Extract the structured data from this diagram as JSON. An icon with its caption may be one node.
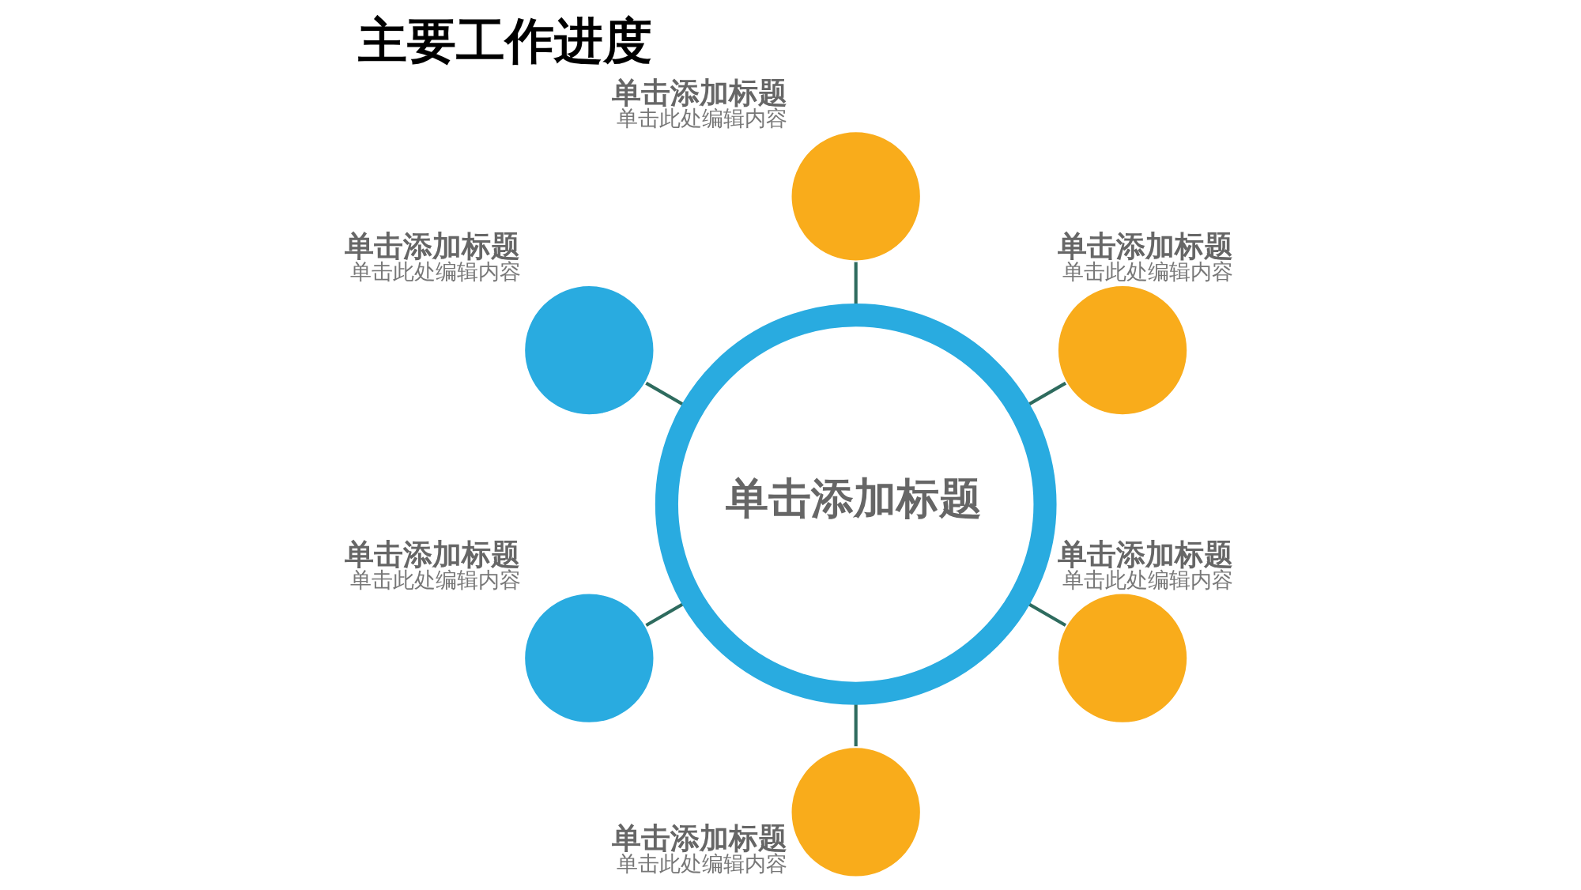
{
  "diagram": {
    "title": "主要工作进度",
    "nodes": [
      {
        "text": [
          "单击添加标题"
        ]
      },
      {
        "text": [],
        "shape": "circle",
        "beside": [
          "单击添加标题",
          "单击此处编辑内容"
        ]
      },
      {
        "text": [],
        "shape": "circle",
        "beside": [
          "单击添加标题",
          "单击此处编辑内容"
        ]
      },
      {
        "text": [],
        "shape": "circle",
        "beside": [
          "单击添加标题",
          "单击此处编辑内容"
        ]
      },
      {
        "text": [],
        "shape": "circle",
        "beside": [
          "单击添加标题",
          "单击此处编辑内容"
        ]
      },
      {
        "text": [],
        "shape": "circle",
        "beside": [
          "单击添加标题",
          "单击此处编辑内容"
        ]
      },
      {
        "text": [],
        "shape": "circle",
        "beside": [
          "单击添加标题",
          "单击此处编辑内容"
        ]
      }
    ],
    "edges": [
      {
        "from": 0,
        "to": 1,
        "arrow": "none"
      },
      {
        "from": 0,
        "to": 2,
        "arrow": "none"
      },
      {
        "from": 0,
        "to": 4,
        "arrow": "none"
      },
      {
        "from": 0,
        "to": 6,
        "arrow": "none"
      },
      {
        "from": 0,
        "to": 5,
        "arrow": "none"
      },
      {
        "from": 0,
        "to": 3,
        "arrow": "none"
      }
    ]
  }
}
